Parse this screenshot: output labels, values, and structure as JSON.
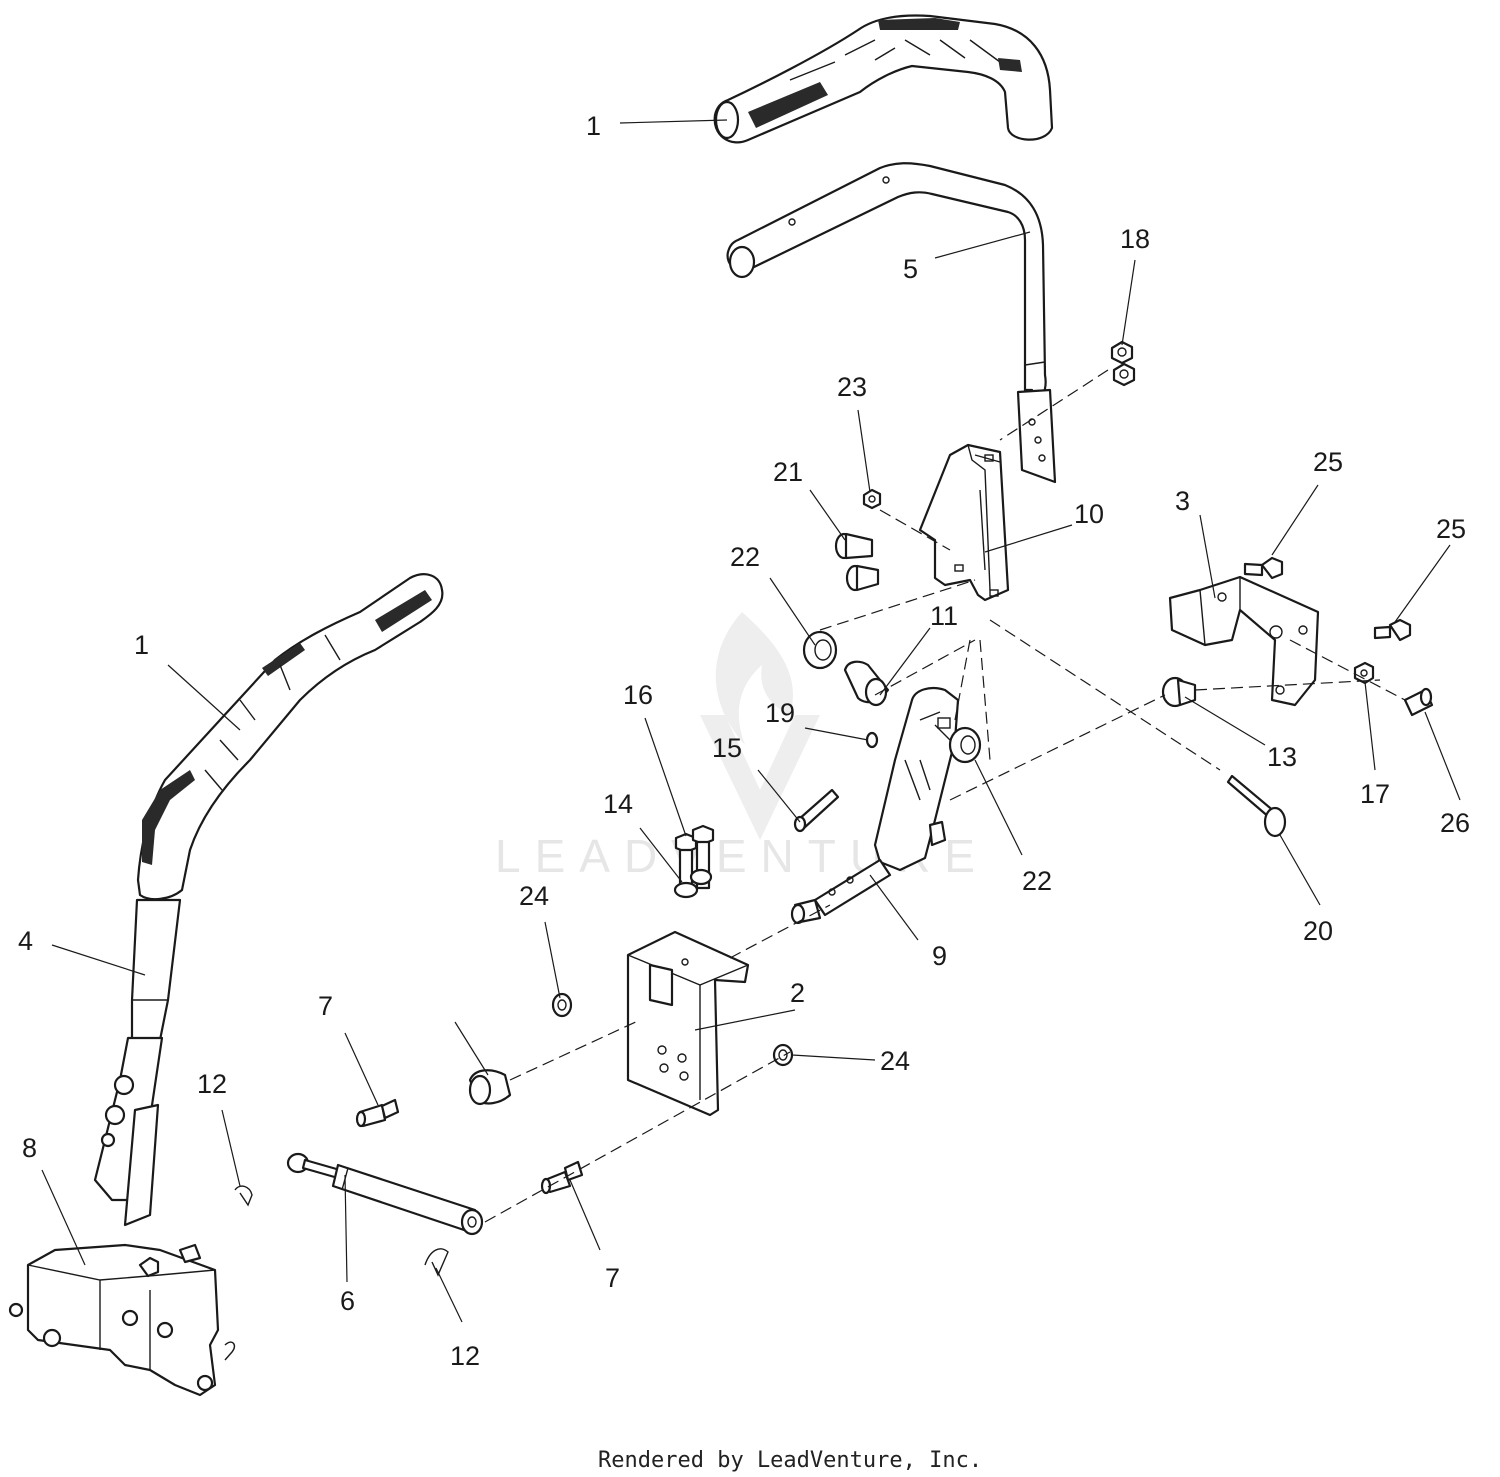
{
  "watermark": {
    "text": "LEADVENTURE"
  },
  "footer": {
    "text": "Rendered by LeadVenture, Inc."
  },
  "callouts": [
    {
      "id": "c1a",
      "label": "1"
    },
    {
      "id": "c1b",
      "label": "1"
    },
    {
      "id": "c2",
      "label": "2"
    },
    {
      "id": "c3",
      "label": "3"
    },
    {
      "id": "c4",
      "label": "4"
    },
    {
      "id": "c5",
      "label": "5"
    },
    {
      "id": "c6",
      "label": "6"
    },
    {
      "id": "c7a",
      "label": "7"
    },
    {
      "id": "c7b",
      "label": "7"
    },
    {
      "id": "c8",
      "label": "8"
    },
    {
      "id": "c9",
      "label": "9"
    },
    {
      "id": "c10",
      "label": "10"
    },
    {
      "id": "c11",
      "label": "11"
    },
    {
      "id": "c12a",
      "label": "12"
    },
    {
      "id": "c12b",
      "label": "12"
    },
    {
      "id": "c13",
      "label": "13"
    },
    {
      "id": "c14",
      "label": "14"
    },
    {
      "id": "c15",
      "label": "15"
    },
    {
      "id": "c16",
      "label": "16"
    },
    {
      "id": "c17",
      "label": "17"
    },
    {
      "id": "c18",
      "label": "18"
    },
    {
      "id": "c19",
      "label": "19"
    },
    {
      "id": "c20",
      "label": "20"
    },
    {
      "id": "c21",
      "label": "21"
    },
    {
      "id": "c22a",
      "label": "22"
    },
    {
      "id": "c22b",
      "label": "22"
    },
    {
      "id": "c23",
      "label": "23"
    },
    {
      "id": "c24a",
      "label": "24"
    },
    {
      "id": "c24b",
      "label": "24"
    },
    {
      "id": "c25a",
      "label": "25"
    },
    {
      "id": "c25b",
      "label": "25"
    },
    {
      "id": "c26",
      "label": "26"
    }
  ]
}
